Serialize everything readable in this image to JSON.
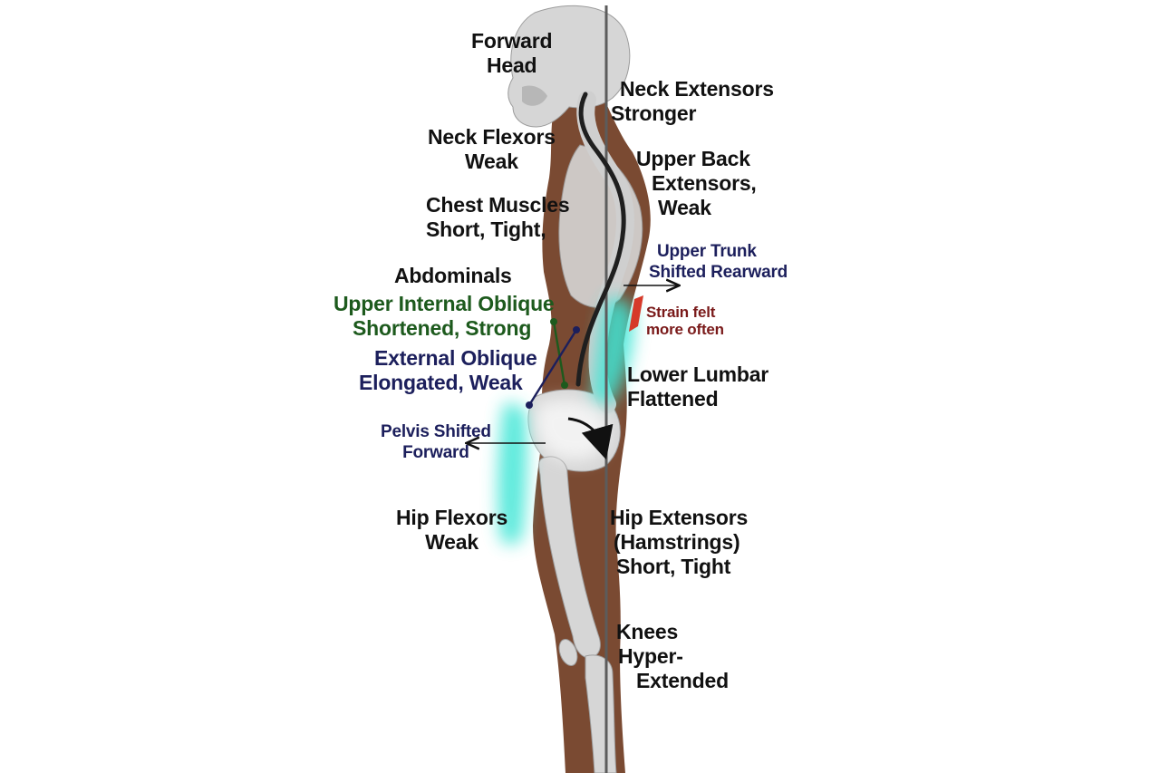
{
  "colors": {
    "skin": "#7a4a32",
    "bone": "#d6d6d6",
    "bone_edge": "#9c9c9c",
    "plumb_line": "#5c5c5c",
    "spine_curve": "#1f1f1f",
    "highlight": "#3fe6d6",
    "strain": "#d63a2a",
    "label_default": "#111111",
    "label_navy": "#1c1f5c",
    "label_green": "#1d5a1d",
    "label_maroon": "#7a1a1a"
  },
  "labels": {
    "forward_head": [
      "Forward",
      "Head"
    ],
    "neck_extensors": [
      "Neck Extensors",
      "Stronger"
    ],
    "neck_flexors": [
      "Neck Flexors",
      "Weak"
    ],
    "upper_back_extensors": [
      "Upper Back",
      "Extensors,",
      "Weak"
    ],
    "chest_muscles": [
      "Chest Muscles",
      "Short, Tight,"
    ],
    "upper_trunk": [
      "Upper Trunk",
      "Shifted Rearward"
    ],
    "abdominals": [
      "Abdominals"
    ],
    "upper_internal_oblique": [
      "Upper Internal Oblique",
      "Shortened, Strong"
    ],
    "strain": [
      "Strain felt",
      "more often"
    ],
    "external_oblique": [
      "External Oblique",
      "Elongated, Weak"
    ],
    "lower_lumbar": [
      "Lower Lumbar",
      "Flattened"
    ],
    "pelvis_shifted": [
      "Pelvis Shifted",
      "Forward"
    ],
    "hip_flexors": [
      "Hip Flexors",
      "Weak"
    ],
    "hip_extensors": [
      "Hip Extensors",
      "(Hamstrings)",
      "Short, Tight"
    ],
    "knees": [
      "Knees",
      "Hyper-",
      "Extended"
    ]
  }
}
